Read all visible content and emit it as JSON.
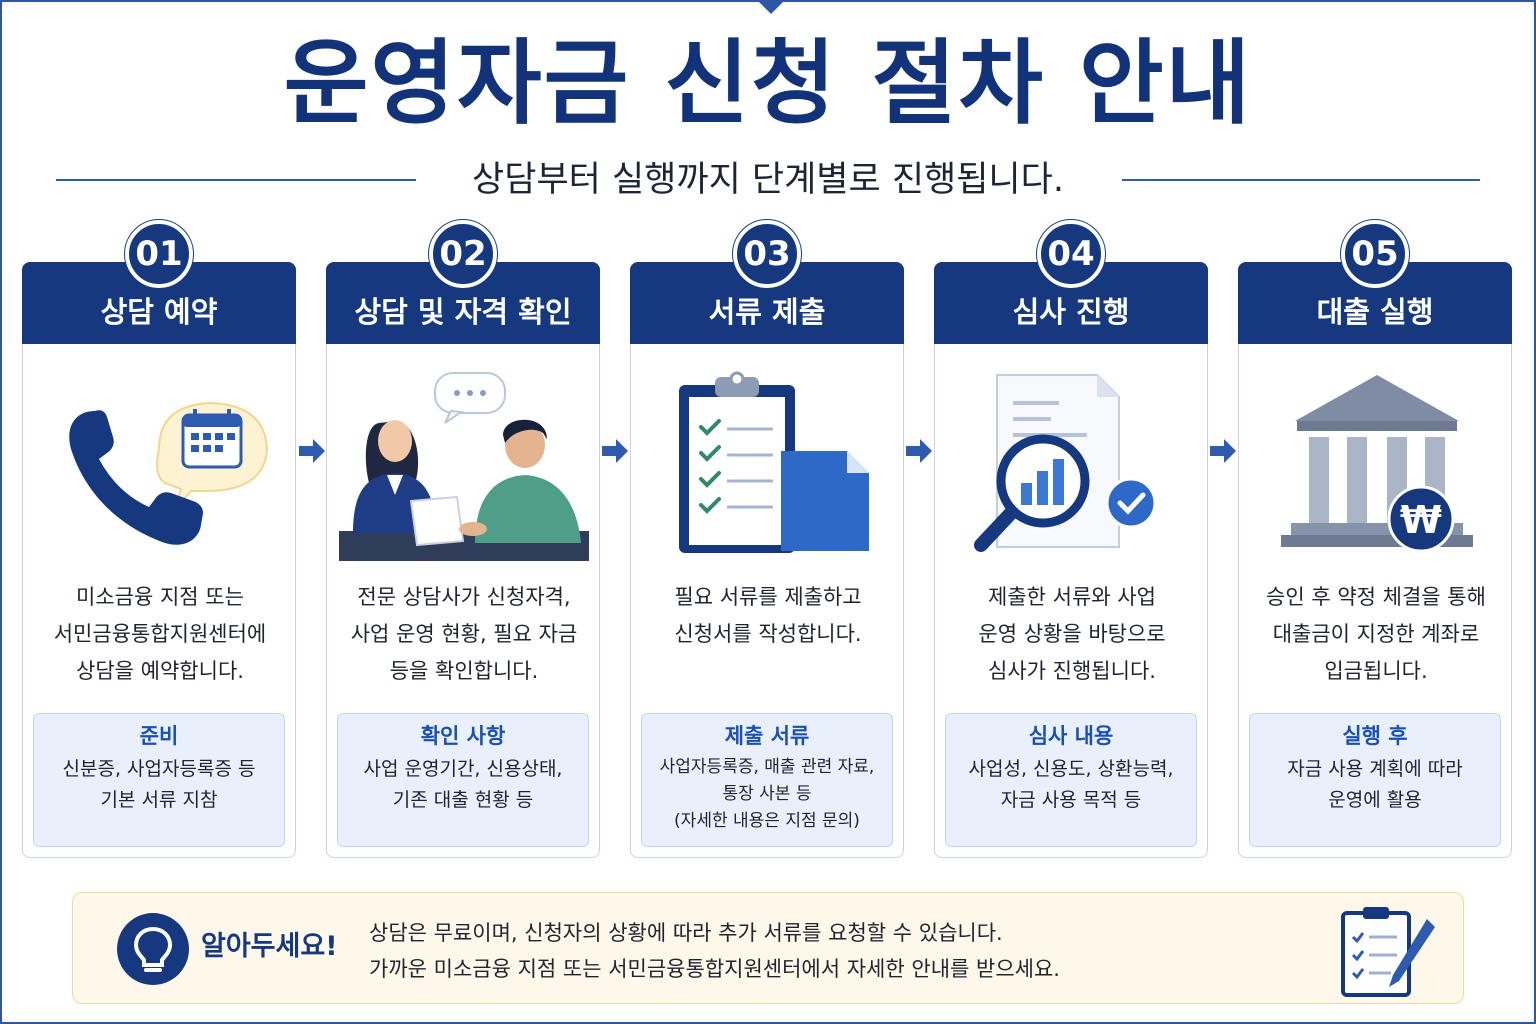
{
  "title": "운영자금 신청 절차 안내",
  "subtitle": "상담부터 실행까지 단계별로 진행됩니다.",
  "colors": {
    "primary": "#15387f",
    "accent": "#1a4fb4",
    "info_bg": "#e9f0fb",
    "note_bg": "#fdf8e9"
  },
  "steps": [
    {
      "num": "01",
      "title": "상담 예약",
      "icon": "phone-calendar-icon",
      "desc1": "미소금융 지점 또는",
      "desc2": "서민금융통합지원센터에",
      "desc3": "상담을 예약합니다.",
      "info_title": "준비",
      "info1": "신분증, 사업자등록증 등",
      "info2": "기본 서류 지참",
      "info3": ""
    },
    {
      "num": "02",
      "title": "상담 및 자격 확인",
      "icon": "consultation-icon",
      "desc1": "전문 상담사가 신청자격,",
      "desc2": "사업 운영 현황, 필요 자금",
      "desc3": "등을 확인합니다.",
      "info_title": "확인 사항",
      "info1": "사업 운영기간, 신용상태,",
      "info2": "기존 대출 현황 등",
      "info3": ""
    },
    {
      "num": "03",
      "title": "서류 제출",
      "icon": "clipboard-document-icon",
      "desc1": "필요 서류를 제출하고",
      "desc2": "신청서를 작성합니다.",
      "desc3": "",
      "info_title": "제출 서류",
      "info1": "사업자등록증, 매출 관련 자료,",
      "info2": "통장 사본 등",
      "info3": "(자세한 내용은 지점 문의)"
    },
    {
      "num": "04",
      "title": "심사 진행",
      "icon": "magnifier-review-icon",
      "desc1": "제출한 서류와 사업",
      "desc2": "운영 상황을 바탕으로",
      "desc3": "심사가 진행됩니다.",
      "info_title": "심사 내용",
      "info1": "사업성, 신용도, 상환능력,",
      "info2": "자금 사용 목적 등",
      "info3": ""
    },
    {
      "num": "05",
      "title": "대출 실행",
      "icon": "bank-won-icon",
      "desc1": "승인 후 약정 체결을 통해",
      "desc2": "대출금이 지정한 계좌로",
      "desc3": "입금됩니다.",
      "info_title": "실행 후",
      "info1": "자금 사용 계획에 따라",
      "info2": "운영에 활용",
      "info3": ""
    }
  ],
  "note": {
    "title": "알아두세요!",
    "line1": "상담은 무료이며, 신청자의 상황에 따라 추가 서류를 요청할 수 있습니다.",
    "line2": "가까운 미소금융 지점 또는 서민금융통합지원센터에서 자세한 안내를 받으세요."
  }
}
